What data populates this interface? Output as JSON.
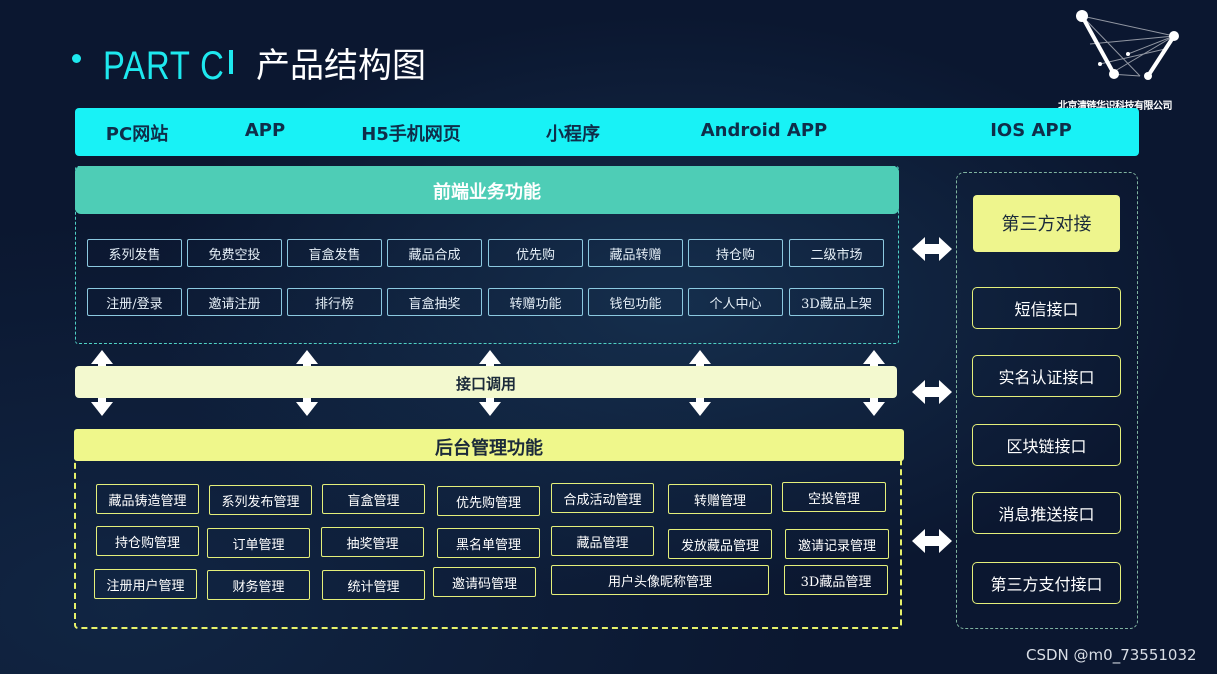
{
  "header": {
    "part_label": "PART C",
    "title": "产品结构图",
    "company": "北京清链华识科技有限公司"
  },
  "platforms": [
    "PC网站",
    "APP",
    "H5手机网页",
    "小程序",
    "Android APP",
    "IOS APP"
  ],
  "frontend": {
    "title": "前端业务功能",
    "row1": [
      "系列发售",
      "免费空投",
      "盲盒发售",
      "藏品合成",
      "优先购",
      "藏品转赠",
      "持仓购",
      "二级市场"
    ],
    "row2": [
      "注册/登录",
      "邀请注册",
      "排行榜",
      "盲盒抽奖",
      "转赠功能",
      "钱包功能",
      "个人中心",
      "3D藏品上架"
    ]
  },
  "api": {
    "label": "接口调用"
  },
  "backend": {
    "title": "后台管理功能",
    "row1": [
      "藏品铸造管理",
      "系列发布管理",
      "盲盒管理",
      "优先购管理",
      "合成活动管理",
      "转赠管理",
      "空投管理"
    ],
    "row2": [
      "持仓购管理",
      "订单管理",
      "抽奖管理",
      "黑名单管理",
      "藏品管理",
      "发放藏品管理",
      "邀请记录管理"
    ],
    "row3": [
      "注册用户管理",
      "财务管理",
      "统计管理",
      "邀请码管理",
      "用户头像昵称管理",
      "3D藏品管理"
    ]
  },
  "third_party": {
    "title": "第三方对接",
    "items": [
      "短信接口",
      "实名认证接口",
      "区块链接口",
      "消息推送接口",
      "第三方支付接口"
    ]
  },
  "watermark": "CSDN @m0_73551032",
  "colors": {
    "background": "#0b1730",
    "cyan": "#18f2f6",
    "teal": "#4ecdb6",
    "pale_yellow": "#f3f9cf",
    "yellow": "#eff78b"
  }
}
